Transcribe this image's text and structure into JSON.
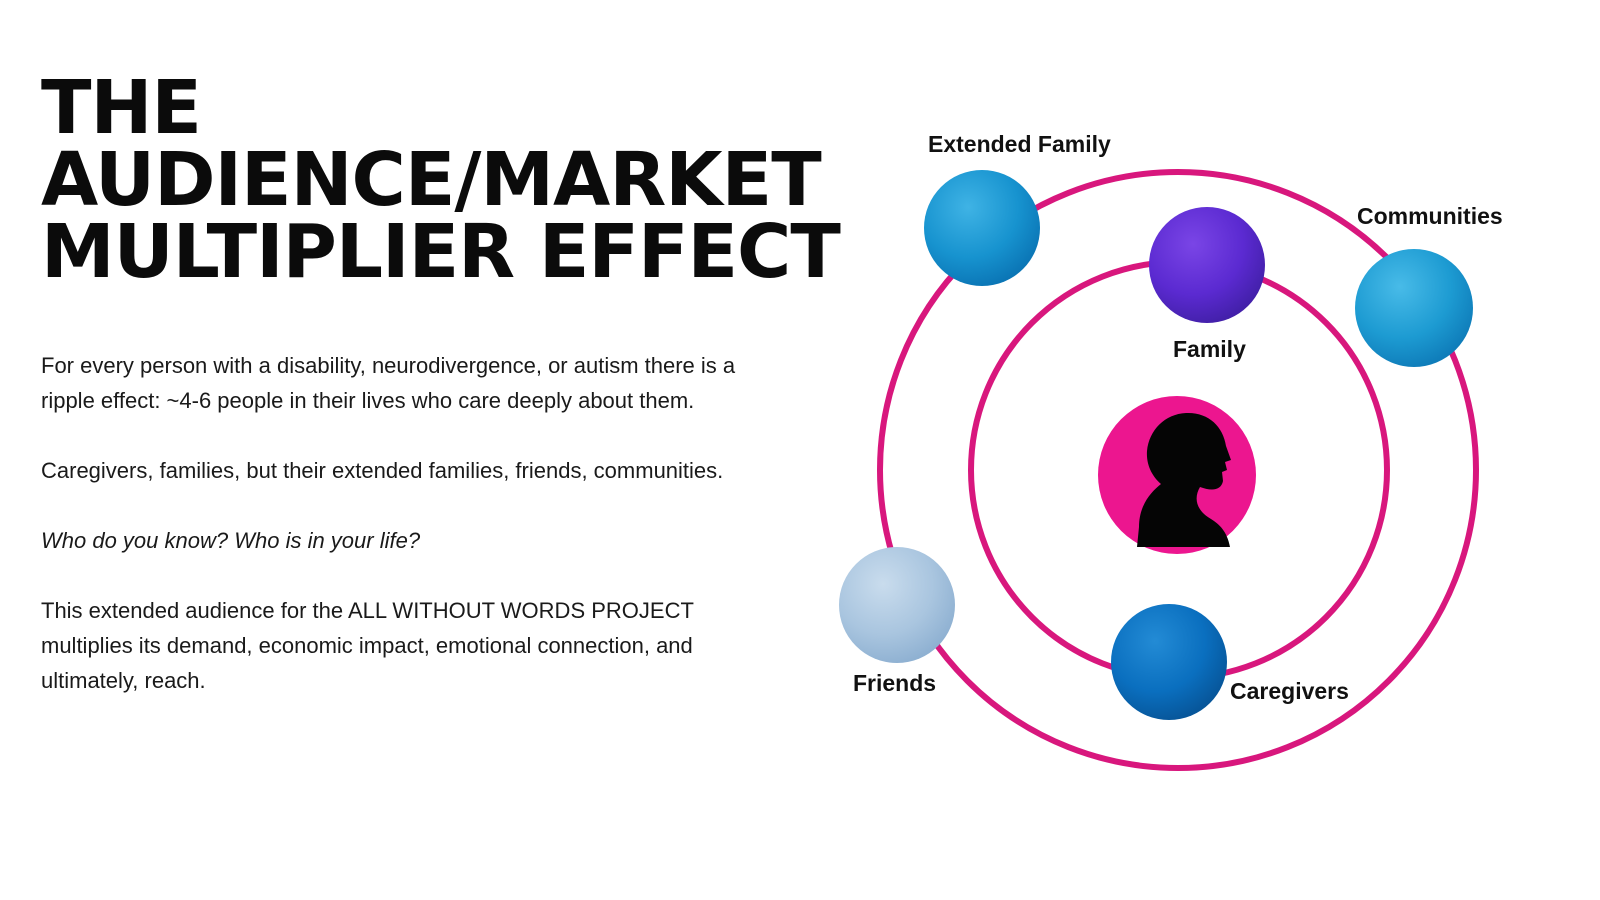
{
  "slide": {
    "title_lines": [
      "THE",
      "AUDIENCE/MARKET",
      "MULTIPLIER EFFECT"
    ],
    "paragraphs": [
      "For every person with a disability, neurodivergence, or autism there is a ripple effect: ~4-6 people in their lives who care deeply about them.",
      "Caregivers, families, but their extended families, friends, communities.",
      "Who do you know? Who is in your life?",
      "This extended audience for the ALL WITHOUT WORDS PROJECT multiplies its demand, economic impact, emotional connection, and ultimately, reach."
    ]
  },
  "diagram": {
    "labels": {
      "extended_family": "Extended Family",
      "communities": "Communities",
      "family": "Family",
      "friends": "Friends",
      "caregivers": "Caregivers"
    },
    "colors": {
      "ring": "#d8177d",
      "center": "#ec168f",
      "silhouette": "#050505",
      "extended_family": "#1793cf",
      "communities": "#1d9bd2",
      "family": "#5b2ad1",
      "friends": "#a9c5df",
      "caregivers": "#0a6fbf"
    },
    "icons": {
      "center": "child-silhouette-icon"
    }
  }
}
